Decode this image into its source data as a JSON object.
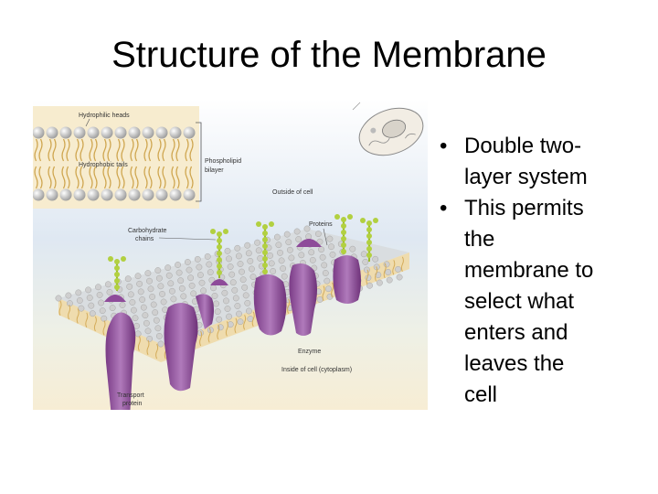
{
  "slide": {
    "title": "Structure of the Membrane"
  },
  "figure": {
    "labels": {
      "hydrophilic_heads": "Hydrophilic heads",
      "hydrophobic_tails": "Hydrophobic tails",
      "phospholipid": "Phospholipid",
      "bilayer": "bilayer",
      "outside": "Outside of cell",
      "proteins": "Proteins",
      "carbohydrate": "Carbohydrate",
      "chains": "chains",
      "enzyme": "Enzyme",
      "inside": "Inside of cell (cytoplasm)",
      "transport": "Transport",
      "protein": "protein"
    },
    "colors": {
      "protein": "#9c5aa6",
      "protein_light": "#c79bd0",
      "carbohydrate": "#a8c83a",
      "head": "#c9c9c9",
      "tail": "#d6b060",
      "outside_bg": "#dde9f3",
      "inside_bg": "#f6ecd2"
    }
  },
  "bullets": [
    {
      "marker": "•",
      "lines": [
        "Double two-",
        "layer system"
      ]
    },
    {
      "marker": "•",
      "lines": [
        "This permits",
        "the",
        "membrane to",
        "select what",
        "enters and",
        "leaves the",
        "cell"
      ]
    }
  ]
}
